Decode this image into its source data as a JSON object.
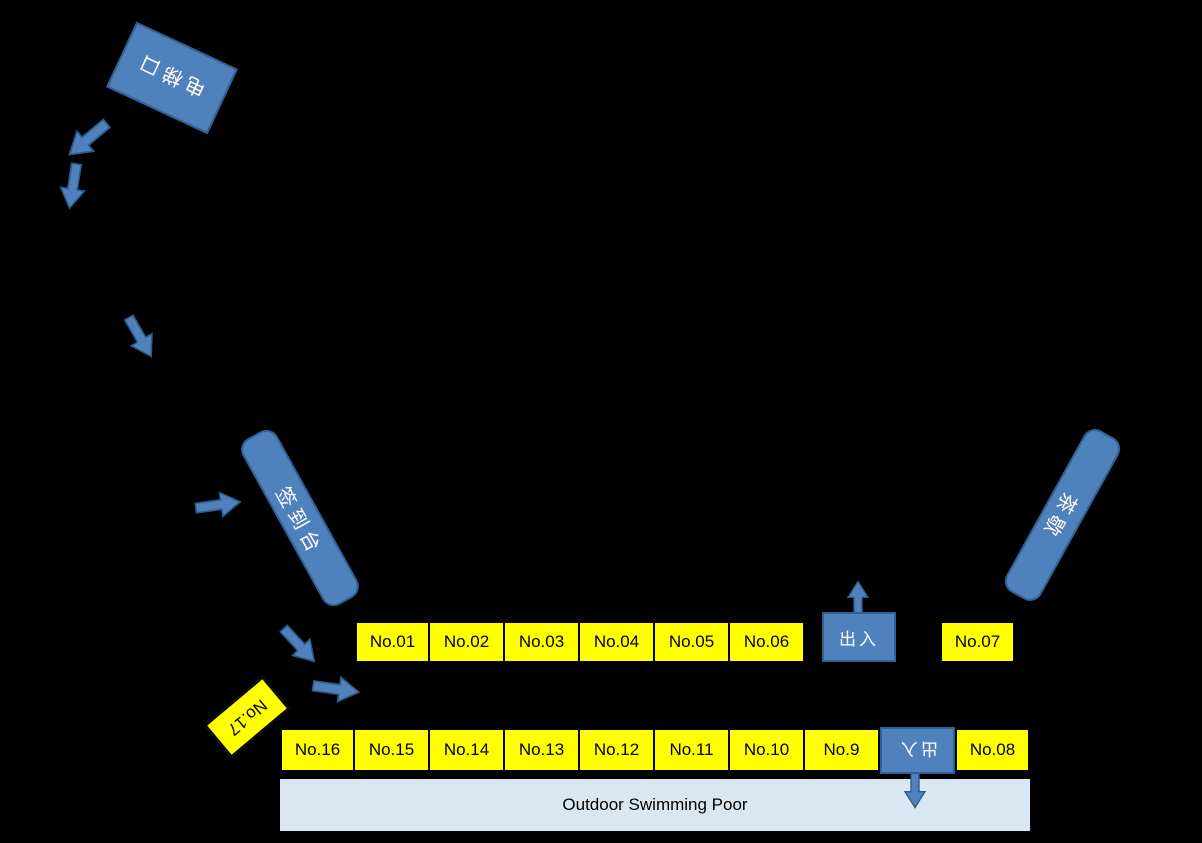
{
  "colors": {
    "background": "#000000",
    "shape_blue": "#4f81bd",
    "shape_blue_border": "#316092",
    "booth_yellow": "#ffff00",
    "pool_light_blue": "#d9e7f3"
  },
  "shapes": {
    "elevator_label": "电梯口",
    "signin_label": "签到台",
    "tea_label": "茶歇",
    "exit_top_label": "出入",
    "exit_bottom_label": "出入",
    "pool_label": "Outdoor Swimming Poor",
    "booth17_label": "No.17"
  },
  "rows": {
    "top": {
      "booths": [
        "No.01",
        "No.02",
        "No.03",
        "No.04",
        "No.05",
        "No.06"
      ],
      "after_exit": "No.07"
    },
    "bottom": {
      "booths": [
        "No.16",
        "No.15",
        "No.14",
        "No.13",
        "No.12",
        "No.11",
        "No.10",
        "No.9"
      ],
      "after_exit": "No.08"
    }
  }
}
